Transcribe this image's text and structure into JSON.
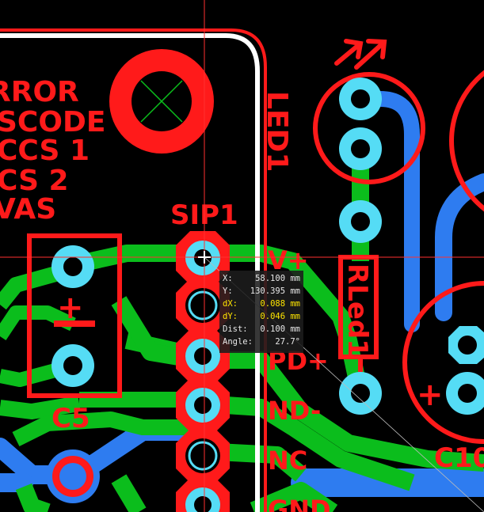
{
  "canvas": {
    "background": "#000000",
    "colors": {
      "silkscreen": "#ff1a1a",
      "pad": "#55dcf5",
      "top_copper": "#0bbd1c",
      "bottom_copper": "#2e7cf0",
      "board_outline": "#ffffff",
      "crosshair": "#ff3030"
    }
  },
  "silkscreen_text": {
    "lines": [
      "RROR",
      "SCODE",
      "CCS 1",
      "CS 2",
      "VAS"
    ],
    "sip1": "SIP1",
    "led1": "LED1",
    "rled1": "RLed1",
    "c5": "C5",
    "c10": "C10",
    "c5_plus": "+",
    "c10_plus": "+",
    "pins": [
      "V+",
      "PD+",
      "ND-",
      "NC",
      "GND"
    ]
  },
  "measurement": {
    "x_label": "X:",
    "x_value": "58.100 mm",
    "y_label": "Y:",
    "y_value": "130.395 mm",
    "dx_label": "dX:",
    "dx_value": "0.088 mm",
    "dy_label": "dY:",
    "dy_value": "0.046 mm",
    "dist_label": "Dist:",
    "dist_value": "0.100 mm",
    "angle_label": "Angle:",
    "angle_value": "27.7°"
  },
  "icons": [
    "crosshair-cursor-icon",
    "mounting-hole-icon",
    "led-arrows-icon"
  ]
}
